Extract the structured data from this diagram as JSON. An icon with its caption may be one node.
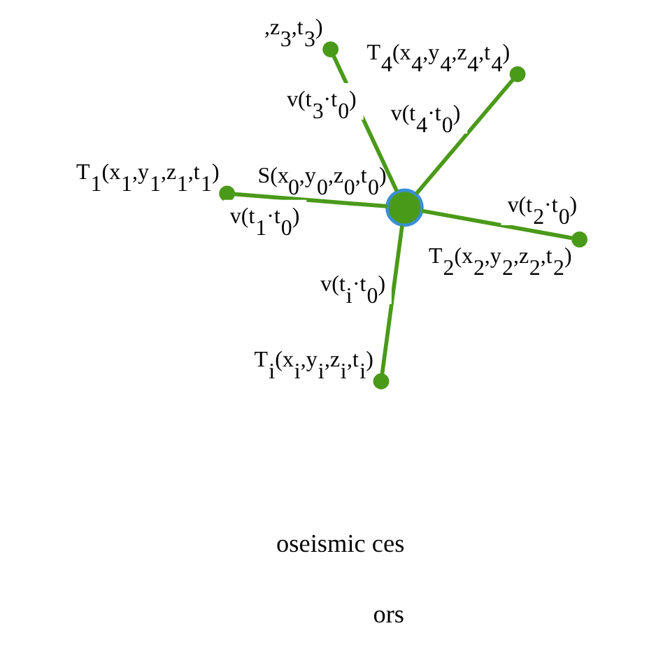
{
  "diagram": {
    "nodes": [
      {
        "text": [],
        "shape": "circle",
        "beside": [
          "T$_{1}$(x$_{1}$,y$_{1}$,z$_{1}$,t$_{1}$)"
        ]
      },
      {
        "text": [],
        "shape": "circle",
        "beside": [
          "T$_{2}$(x$_{2}$,y$_{2}$,z$_{2}$,t$_{2}$)"
        ]
      },
      {
        "text": [],
        "shape": "circle",
        "beside": [
          "S(x$_{0}$,y$_{0}$,z$_{0}$,t$_{0}$)"
        ]
      },
      {
        "text": [],
        "shape": "circle",
        "beside": [
          ",z$_{3}$,t$_{3}$)"
        ]
      },
      {
        "text": [],
        "shape": "circle",
        "beside": [
          "T$_{4}$(x$_{4}$,y$_{4}$,z$_{4}$,t$_{4}$)"
        ]
      },
      {
        "text": [],
        "shape": "circle",
        "beside": [
          "T$_{i}$(x$_{i}$,y$_{i}$,z$_{i}$,t$_{i}$)"
        ]
      }
    ],
    "edges": [
      {
        "from": 2,
        "to": 0,
        "arrow": "none",
        "label": "v(t$_{1}$·t$_{0}$)"
      },
      {
        "from": 2,
        "to": 1,
        "arrow": "none",
        "label": "v(t$_{2}$·t$_{0}$)"
      },
      {
        "from": 2,
        "to": 3,
        "arrow": "none",
        "label": "v(t$_{3}$·t$_{0}$)"
      },
      {
        "from": 2,
        "to": 4,
        "arrow": "none",
        "label": "v(t$_{4}$·t$_{0}$)"
      },
      {
        "from": 2,
        "to": 5,
        "arrow": "none",
        "label": "v(t$_{i}$·t$_{0}$)"
      }
    ],
    "labels": [
      "oseismic ces",
      "ors"
    ]
  }
}
